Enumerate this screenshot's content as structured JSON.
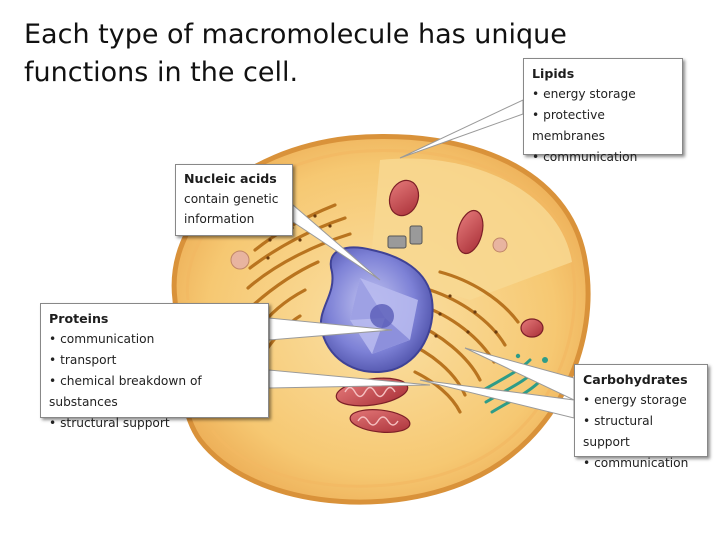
{
  "title": "Each type of macromolecule has unique functions in the cell.",
  "callouts": {
    "lipids": {
      "heading": "Lipids",
      "items": [
        "energy storage",
        "protective membranes",
        "communication"
      ]
    },
    "nucleic_acids": {
      "heading": "Nucleic acids",
      "lines": [
        "contain genetic",
        "information"
      ]
    },
    "proteins": {
      "heading": "Proteins",
      "items": [
        "communication",
        "transport",
        "chemical breakdown of substances",
        "structural support"
      ]
    },
    "carbohydrates": {
      "heading": "Carbohydrates",
      "items": [
        "energy storage",
        "structural support",
        "communication"
      ]
    }
  },
  "colors": {
    "cytoplasm": "#f6c872",
    "membrane": "#e8a44a",
    "nucleus": "#7b7fd4",
    "er": "#b9741f",
    "mitochondria": "#c6474d",
    "golgi": "#2e9c88"
  }
}
